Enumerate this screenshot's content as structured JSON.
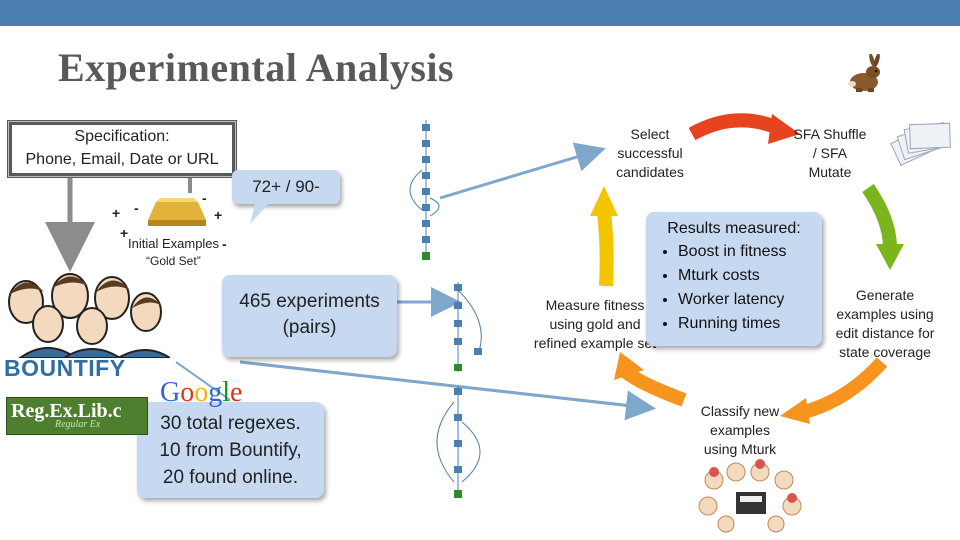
{
  "title": "Experimental Analysis",
  "spec": {
    "line1": "Specification:",
    "line2": "Phone, Email, Date or URL"
  },
  "signs": [
    "+",
    "-",
    "-",
    "+",
    "+",
    "-"
  ],
  "initial_examples": "Initial Examples",
  "gold_set": "“Gold Set”",
  "callout_score": "72+ / 90-",
  "callout_experiments": [
    "465 experiments",
    "(pairs)"
  ],
  "callout_regexes": [
    "30 total regexes.",
    "10 from Bountify,",
    "20 found online."
  ],
  "logos": {
    "bountify": "BOUNTIFY",
    "google": [
      "G",
      "o",
      "o",
      "g",
      "l",
      "e"
    ],
    "google_colors": [
      "#3366cc",
      "#dc3912",
      "#f4b400",
      "#3366cc",
      "#109618",
      "#dc3912"
    ],
    "regexlib_main": "Reg.Ex.Lib.c",
    "regexlib_sub": "Regular Ex"
  },
  "cycle": {
    "select": [
      "Select",
      "successful",
      "candidates"
    ],
    "sfa": [
      "SFA Shuffle",
      "/ SFA",
      "Mutate"
    ],
    "generate": [
      "Generate",
      "examples using",
      "edit distance for",
      "state coverage"
    ],
    "classify": [
      "Classify new",
      "examples",
      "using Mturk"
    ],
    "measure": [
      "Measure fitness",
      "using gold and",
      "refined example set"
    ]
  },
  "results": {
    "title": "Results measured:",
    "items": [
      "Boost in fitness",
      "Mturk costs",
      "Worker latency",
      "Running times"
    ]
  },
  "colors": {
    "accent_bar": "#4a7fb0",
    "callout_fill": "#c6d9f1",
    "arrow_red": "#e8431f",
    "arrow_green": "#7ab51d",
    "arrow_orange": "#f7941d",
    "arrow_yellow": "#f2c500",
    "connector_blue": "#7fa7cc"
  },
  "icons": [
    "rabbit-icon",
    "gold-bar-icon",
    "people-icon",
    "card-stack-icon",
    "mturk-icon"
  ]
}
